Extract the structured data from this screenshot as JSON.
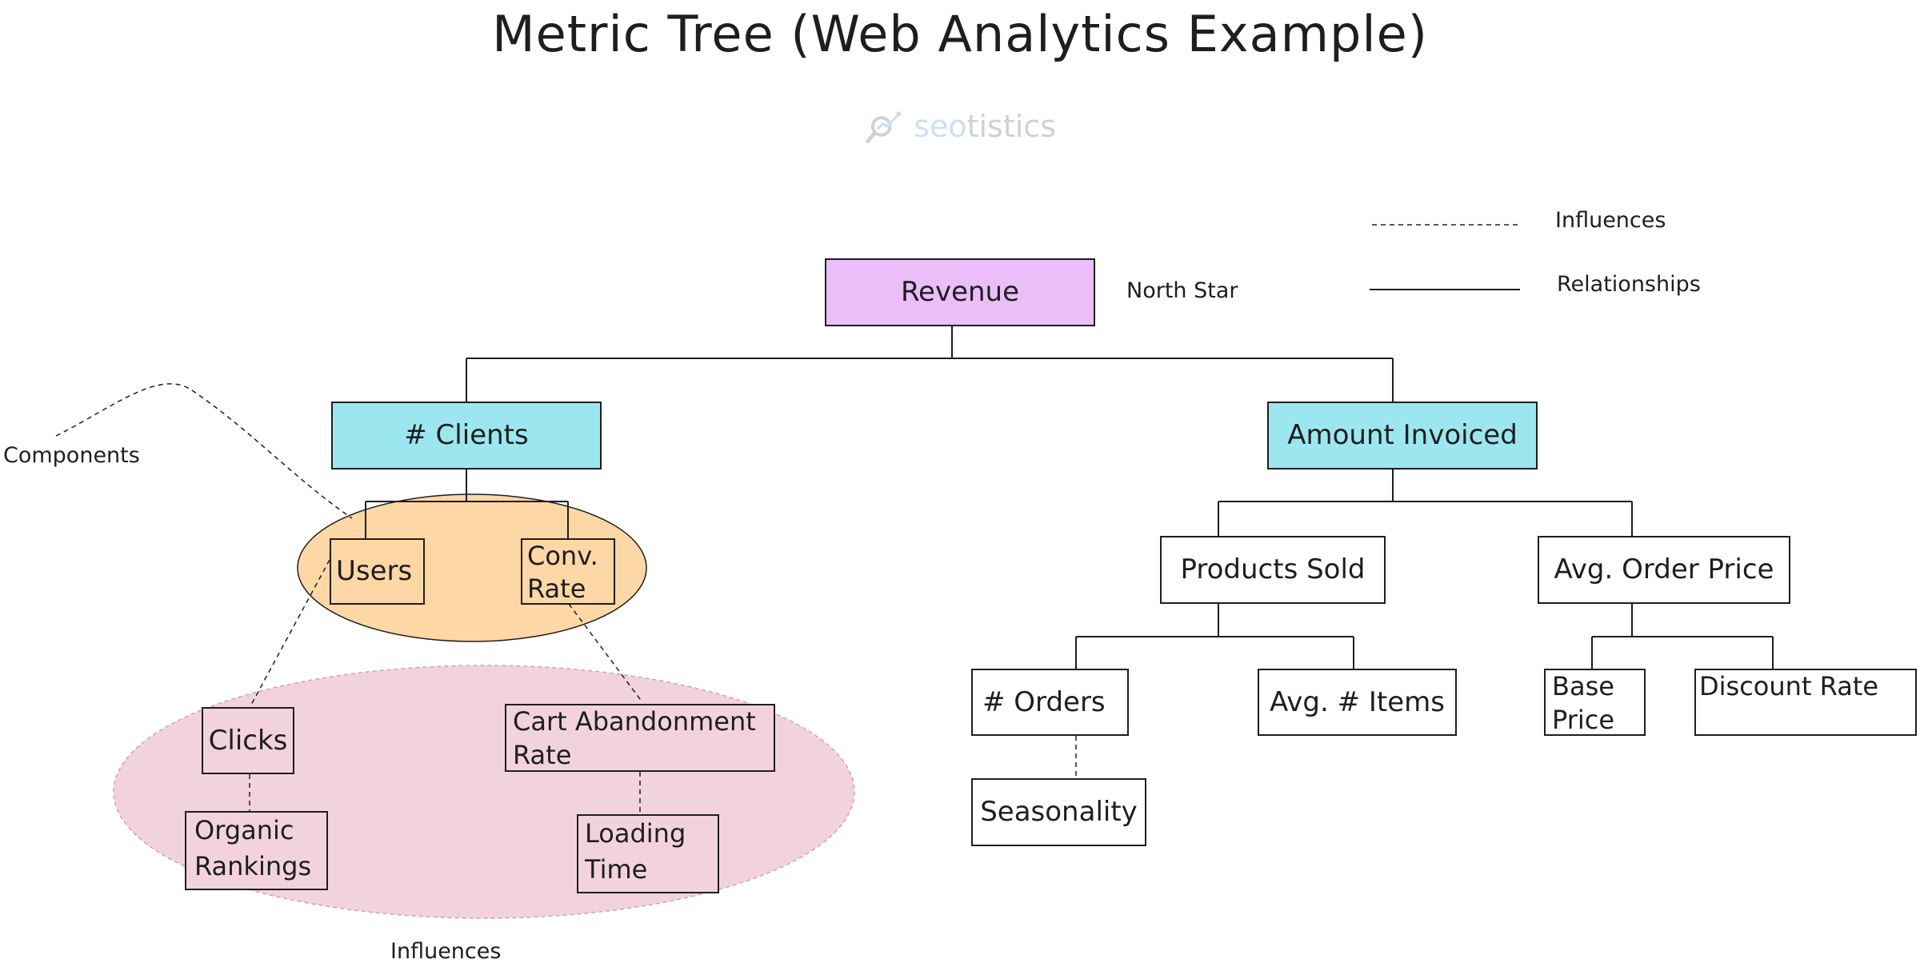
{
  "title": "Metric Tree (Web Analytics Example)",
  "logo": {
    "seo": "seo",
    "tistics": "tistics"
  },
  "labels": {
    "north_star": "North Star",
    "components": "Components",
    "influences_bottom": "Influences"
  },
  "legend": {
    "influences": "Influences",
    "relationships": "Relationships"
  },
  "nodes": {
    "revenue": "Revenue",
    "clients": "# Clients",
    "amount_invoiced": "Amount Invoiced",
    "users": "Users",
    "conv_rate": "Conv.\nRate",
    "products_sold": "Products Sold",
    "avg_order_price": "Avg. Order Price",
    "clicks": "Clicks",
    "cart_abandonment": "Cart Abandonment\n Rate",
    "orders": "# Orders",
    "avg_items": "Avg. # Items",
    "base_price": "Base\nPrice",
    "discount_rate": "Discount Rate",
    "organic_rankings": "Organic\nRankings",
    "loading_time": "Loading\nTime",
    "seasonality": "Seasonality"
  },
  "colors": {
    "north_star_fill": "#ebbefa",
    "level1_fill": "#9ce7ef",
    "components_group_fill": "#fdd7a5",
    "influences_group_fill": "#f2d3dd",
    "stroke": "#1e1e1e"
  }
}
